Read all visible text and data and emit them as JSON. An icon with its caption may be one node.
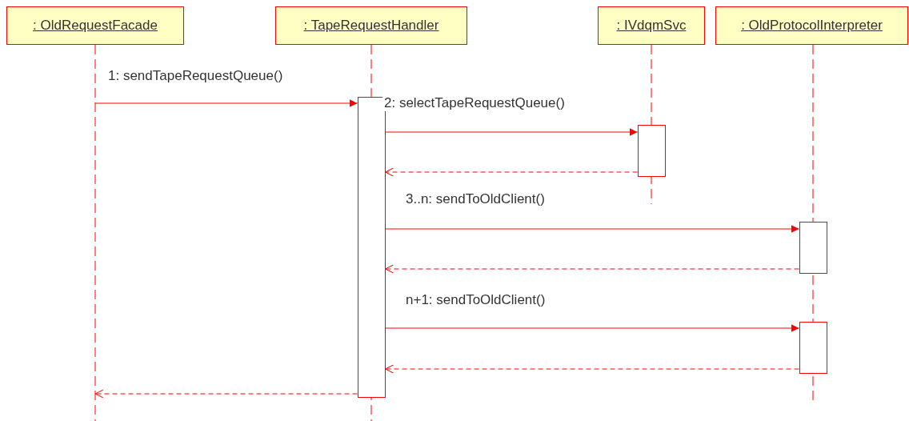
{
  "diagram": {
    "nodes": [
      {
        "text": [
          ": OldRequestFacade"
        ]
      },
      {
        "text": [
          ": TapeRequestHandler"
        ]
      },
      {
        "text": [
          ": IVdqmSvc"
        ]
      },
      {
        "text": [
          ": OldProtocolInterpreter"
        ]
      },
      {
        "text": [],
        "shape": "bar",
        "in": 1
      },
      {
        "text": [],
        "shape": "bar",
        "in": 2
      },
      {
        "text": [],
        "shape": "bar",
        "in": 3
      },
      {
        "text": [],
        "shape": "bar",
        "in": 3
      }
    ],
    "edges": [
      {
        "from": 0,
        "to": 4,
        "arrow": "to",
        "label": "1: sendTapeRequestQueue()"
      },
      {
        "from": 4,
        "to": 5,
        "arrow": "to",
        "label": "2: selectTapeRequestQueue()"
      },
      {
        "from": 5,
        "to": 4,
        "arrow": "to",
        "style": "dashed"
      },
      {
        "from": 4,
        "to": 6,
        "arrow": "to",
        "label": "3..n: sendToOldClient()"
      },
      {
        "from": 6,
        "to": 4,
        "arrow": "to",
        "style": "dashed"
      },
      {
        "from": 4,
        "to": 7,
        "arrow": "to",
        "label": "n+1: sendToOldClient()"
      },
      {
        "from": 7,
        "to": 4,
        "arrow": "to",
        "style": "dashed"
      },
      {
        "from": 4,
        "to": 0,
        "arrow": "to",
        "style": "dashed"
      }
    ]
  }
}
